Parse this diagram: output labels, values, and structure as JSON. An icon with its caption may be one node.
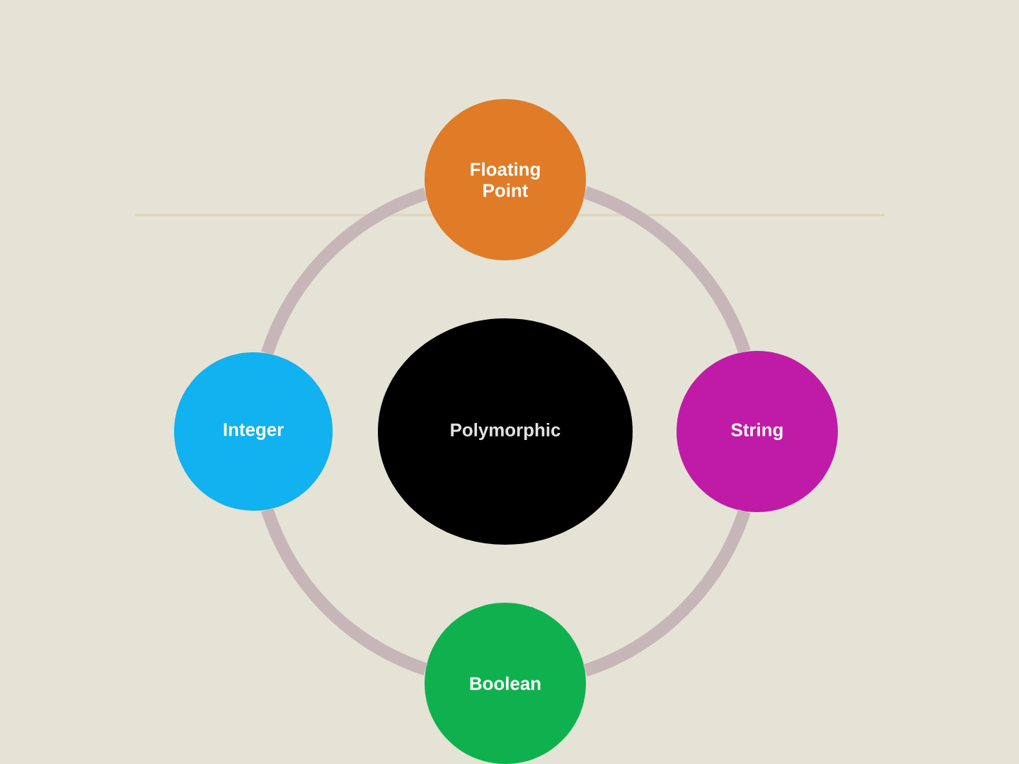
{
  "diagram": {
    "nodes": [
      {
        "text": [
          "Floating Point"
        ]
      },
      {
        "text": [
          "Integer"
        ]
      },
      {
        "text": [
          "Polymorphic"
        ]
      },
      {
        "text": [
          "String"
        ]
      },
      {
        "text": [
          "Boolean"
        ]
      }
    ],
    "edges": [
      {
        "from": 0,
        "to": 3,
        "arrow": "none"
      },
      {
        "from": 3,
        "to": 4,
        "arrow": "none"
      },
      {
        "from": 4,
        "to": 1,
        "arrow": "none"
      },
      {
        "from": 1,
        "to": 0,
        "arrow": "none"
      }
    ]
  }
}
